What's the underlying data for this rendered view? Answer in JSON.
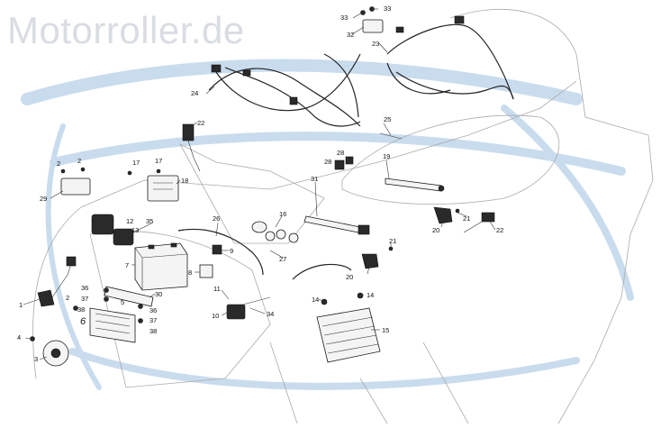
{
  "watermark": {
    "text": "Motorroller.de"
  },
  "colors": {
    "swoosh": "#c9dcee",
    "line": "#1a1a1a",
    "watermark": "#d9dde3"
  },
  "callouts": [
    "1",
    "2",
    "2",
    "2",
    "3",
    "4",
    "5",
    "6",
    "7",
    "8",
    "9",
    "10",
    "11",
    "12",
    "13",
    "14",
    "14",
    "15",
    "16",
    "17",
    "17",
    "18",
    "19",
    "20",
    "20",
    "21",
    "21",
    "22",
    "22",
    "23",
    "24",
    "25",
    "26",
    "27",
    "28",
    "28",
    "29",
    "30",
    "31",
    "32",
    "33",
    "33",
    "34",
    "35",
    "36",
    "36",
    "37",
    "37",
    "38",
    "38"
  ]
}
